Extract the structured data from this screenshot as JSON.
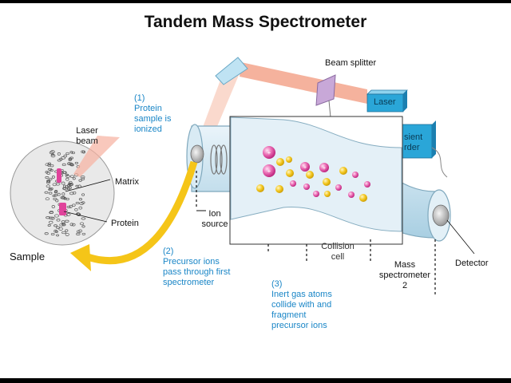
{
  "title": "Tandem Mass Spectrometer",
  "labels": {
    "beam_splitter": "Beam splitter",
    "laser": "Laser",
    "laser_beam": "Laser beam",
    "matrix": "Matrix",
    "protein": "Protein",
    "sample": "Sample",
    "ion_source": [
      "Ion",
      "source"
    ],
    "collision_cell": [
      "Collision",
      "cell"
    ],
    "mass_spec_2": [
      "Mass",
      "spectrometer",
      "2"
    ],
    "detector": "Detector",
    "transient_recorder": [
      "sient",
      "rder"
    ]
  },
  "steps": [
    {
      "lines": [
        "(1)",
        "Protein",
        "sample is",
        "ionized"
      ]
    },
    {
      "lines": [
        "(2)",
        "Precursor ions",
        "pass through first",
        "spectrometer"
      ]
    },
    {
      "lines": [
        "(3)",
        "Inert gas atoms",
        "collide with and",
        "fragment",
        "precursor ions"
      ]
    }
  ],
  "colors": {
    "step_text": "#1a86c7",
    "laser_beam": "#f3a58c",
    "laser_box": "#2aa6d8",
    "ion_pink": "#e0439b",
    "gas_yellow": "#efc21a",
    "arrow_yellow": "#f5c518",
    "tube": "#cfe6f2"
  }
}
